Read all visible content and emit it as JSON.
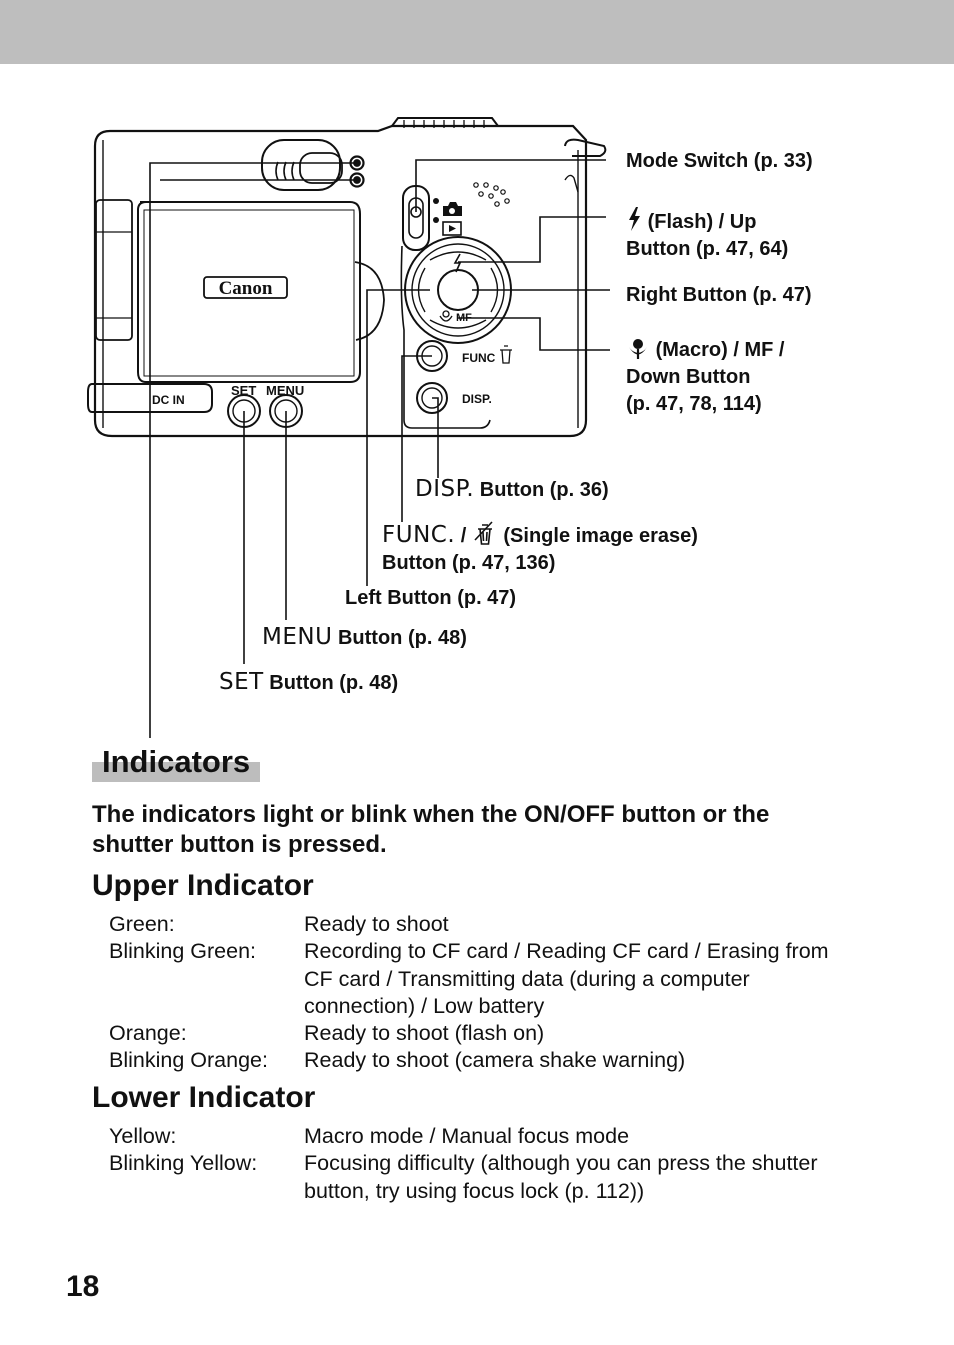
{
  "diagram": {
    "brand": "Canon",
    "dc_in": "DC IN",
    "set_label": "SET",
    "menu_label": "MENU",
    "func_label": "FUNC",
    "disp_label": "DISP.",
    "mf_label": "MF",
    "callouts": {
      "mode_switch": "Mode Switch (p. 33)",
      "flash_line1": "(Flash) / Up",
      "flash_line2": "Button (p. 47, 64)",
      "right_button": "Right Button (p. 47)",
      "macro_line1": "(Macro) / MF /",
      "macro_line2": "Down Button",
      "macro_line3": "(p. 47, 78, 114)",
      "disp_symbol": "DISP.",
      "disp_text": "Button (p. 36)",
      "func_symbol": "FUNC.",
      "func_slash": "/",
      "func_text": "(Single image erase)",
      "func_line2": "Button (p. 47, 136)",
      "left_button": "Left Button (p. 47)",
      "menu_symbol": "MENU",
      "menu_text": "Button (p. 48)",
      "set_symbol": "SET",
      "set_text": "Button (p. 48)"
    }
  },
  "section_title": "Indicators",
  "intro": "The indicators light or blink when the ON/OFF button or the shutter button is pressed.",
  "upper": {
    "title": "Upper Indicator",
    "rows": [
      {
        "term": "Green:",
        "desc": "Ready to shoot"
      },
      {
        "term": "Blinking Green:",
        "desc": "Recording to CF card / Reading CF card / Erasing from CF card / Transmitting data (during a computer connection) / Low battery"
      },
      {
        "term": "Orange:",
        "desc": "Ready to shoot (flash on)"
      },
      {
        "term": "Blinking Orange:",
        "desc": "Ready to shoot (camera shake warning)"
      }
    ]
  },
  "lower": {
    "title": "Lower Indicator",
    "rows": [
      {
        "term": "Yellow:",
        "desc": "Macro mode / Manual focus mode"
      },
      {
        "term": "Blinking Yellow:",
        "desc": "Focusing difficulty (although you can press the shutter button, try using focus lock (p. 112))"
      }
    ]
  },
  "page_number": "18"
}
